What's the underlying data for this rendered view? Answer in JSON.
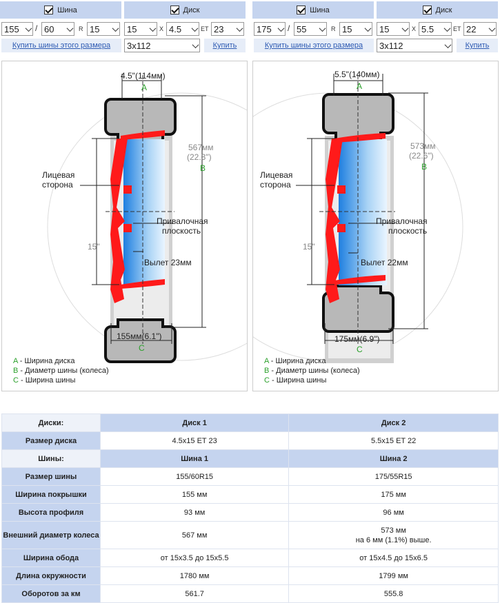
{
  "left": {
    "tire_label": "Шина",
    "disk_label": "Диск",
    "tire_width": "155",
    "tire_profile": "60",
    "r_sep": "R",
    "tire_radius": "15",
    "slash_sep": "/",
    "disk_diameter": "15",
    "x_sep": "X",
    "disk_width": "4.5",
    "et_sep": "ET",
    "disk_et": "23",
    "buy_tires": "Купить шины этого размера",
    "pcd": "3x112",
    "buy": "Купить",
    "dim_a": "4.5\"(114мм)",
    "dim_b_mm": "567мм",
    "dim_b_in": "(22.3\")",
    "dim_c": "155мм(6.1\")",
    "rim_in": "15\"",
    "offset": "Вылет 23мм"
  },
  "right": {
    "tire_label": "Шина",
    "disk_label": "Диск",
    "tire_width": "175",
    "tire_profile": "55",
    "r_sep": "R",
    "tire_radius": "15",
    "slash_sep": "/",
    "disk_diameter": "15",
    "x_sep": "X",
    "disk_width": "5.5",
    "et_sep": "ET",
    "disk_et": "22",
    "buy_tires": "Купить шины этого размера",
    "pcd": "3x112",
    "buy": "Купить",
    "dim_a": "5.5\"(140мм)",
    "dim_b_mm": "573мм",
    "dim_b_in": "(22.6\")",
    "dim_c": "175мм(6.9\")",
    "rim_in": "15\"",
    "offset": "Вылет 22мм"
  },
  "diagram_text": {
    "face_side_1": "Лицевая",
    "face_side_2": "сторона",
    "mount_1": "Привалочная",
    "mount_2": "плоскость",
    "letter_a": "A",
    "letter_b": "B",
    "letter_c": "C",
    "legend_a_key": "A",
    "legend_a": " - Ширина диска",
    "legend_b_key": "B",
    "legend_b": " - Диаметр шины (колеса)",
    "legend_c_key": "C",
    "legend_c": " - Ширина шины"
  },
  "table": {
    "disks_header": "Диски:",
    "disk1": "Диск 1",
    "disk2": "Диск 2",
    "disk_size_label": "Размер диска",
    "disk1_size": "4.5x15 ET 23",
    "disk2_size": "5.5x15 ET 22",
    "tires_header": "Шины:",
    "tire1": "Шина 1",
    "tire2": "Шина 2",
    "rows": [
      {
        "label": "Размер шины",
        "v1": "155/60R15",
        "v2": "175/55R15"
      },
      {
        "label": "Ширина покрышки",
        "v1": "155 мм",
        "v2": "175 мм"
      },
      {
        "label": "Высота профиля",
        "v1": "93 мм",
        "v2": "96 мм"
      },
      {
        "label": "Внешний диаметр колеса",
        "v1": "567 мм",
        "v2": "573 мм",
        "note": "на 6 мм (1.1%) выше."
      },
      {
        "label": "Ширина обода",
        "v1": "от 15x3.5 до 15x5.5",
        "v2": "от 15x4.5 до 15x6.5"
      },
      {
        "label": "Длина окружности",
        "v1": "1780 мм",
        "v2": "1799 мм"
      },
      {
        "label": "Оборотов за км",
        "v1": "561.7",
        "v2": "555.8"
      }
    ]
  },
  "colors": {
    "header_bg": "#c5d4ef",
    "link": "#2c59b2",
    "accent_green": "#2aa02a",
    "rim_red": "#ff1a1a",
    "tire_gray": "#b8b8b8"
  }
}
